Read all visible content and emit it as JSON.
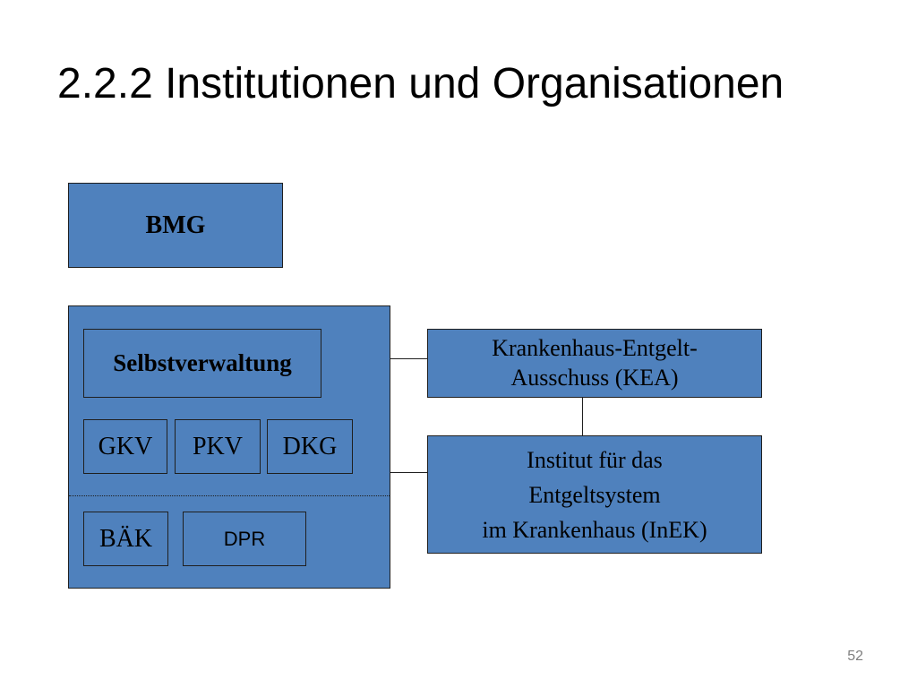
{
  "slide": {
    "title": "2.2.2 Institutionen und Organisationen",
    "page_number": "52"
  },
  "diagram": {
    "bmg": "BMG",
    "selbstverwaltung": "Selbstverwaltung",
    "members_row1": [
      "GKV",
      "PKV",
      "DKG"
    ],
    "members_row2": [
      "BÄK",
      "DPR"
    ],
    "kea": "Krankenhaus-Entgelt-\nAusschuss (KEA)",
    "inek": "Institut für das\nEntgeltsystem\nim Krankenhaus (InEK)"
  },
  "colors": {
    "box_fill": "#4f81bd",
    "box_border": "#1f1f1f",
    "page_number": "#7f7f7f"
  }
}
